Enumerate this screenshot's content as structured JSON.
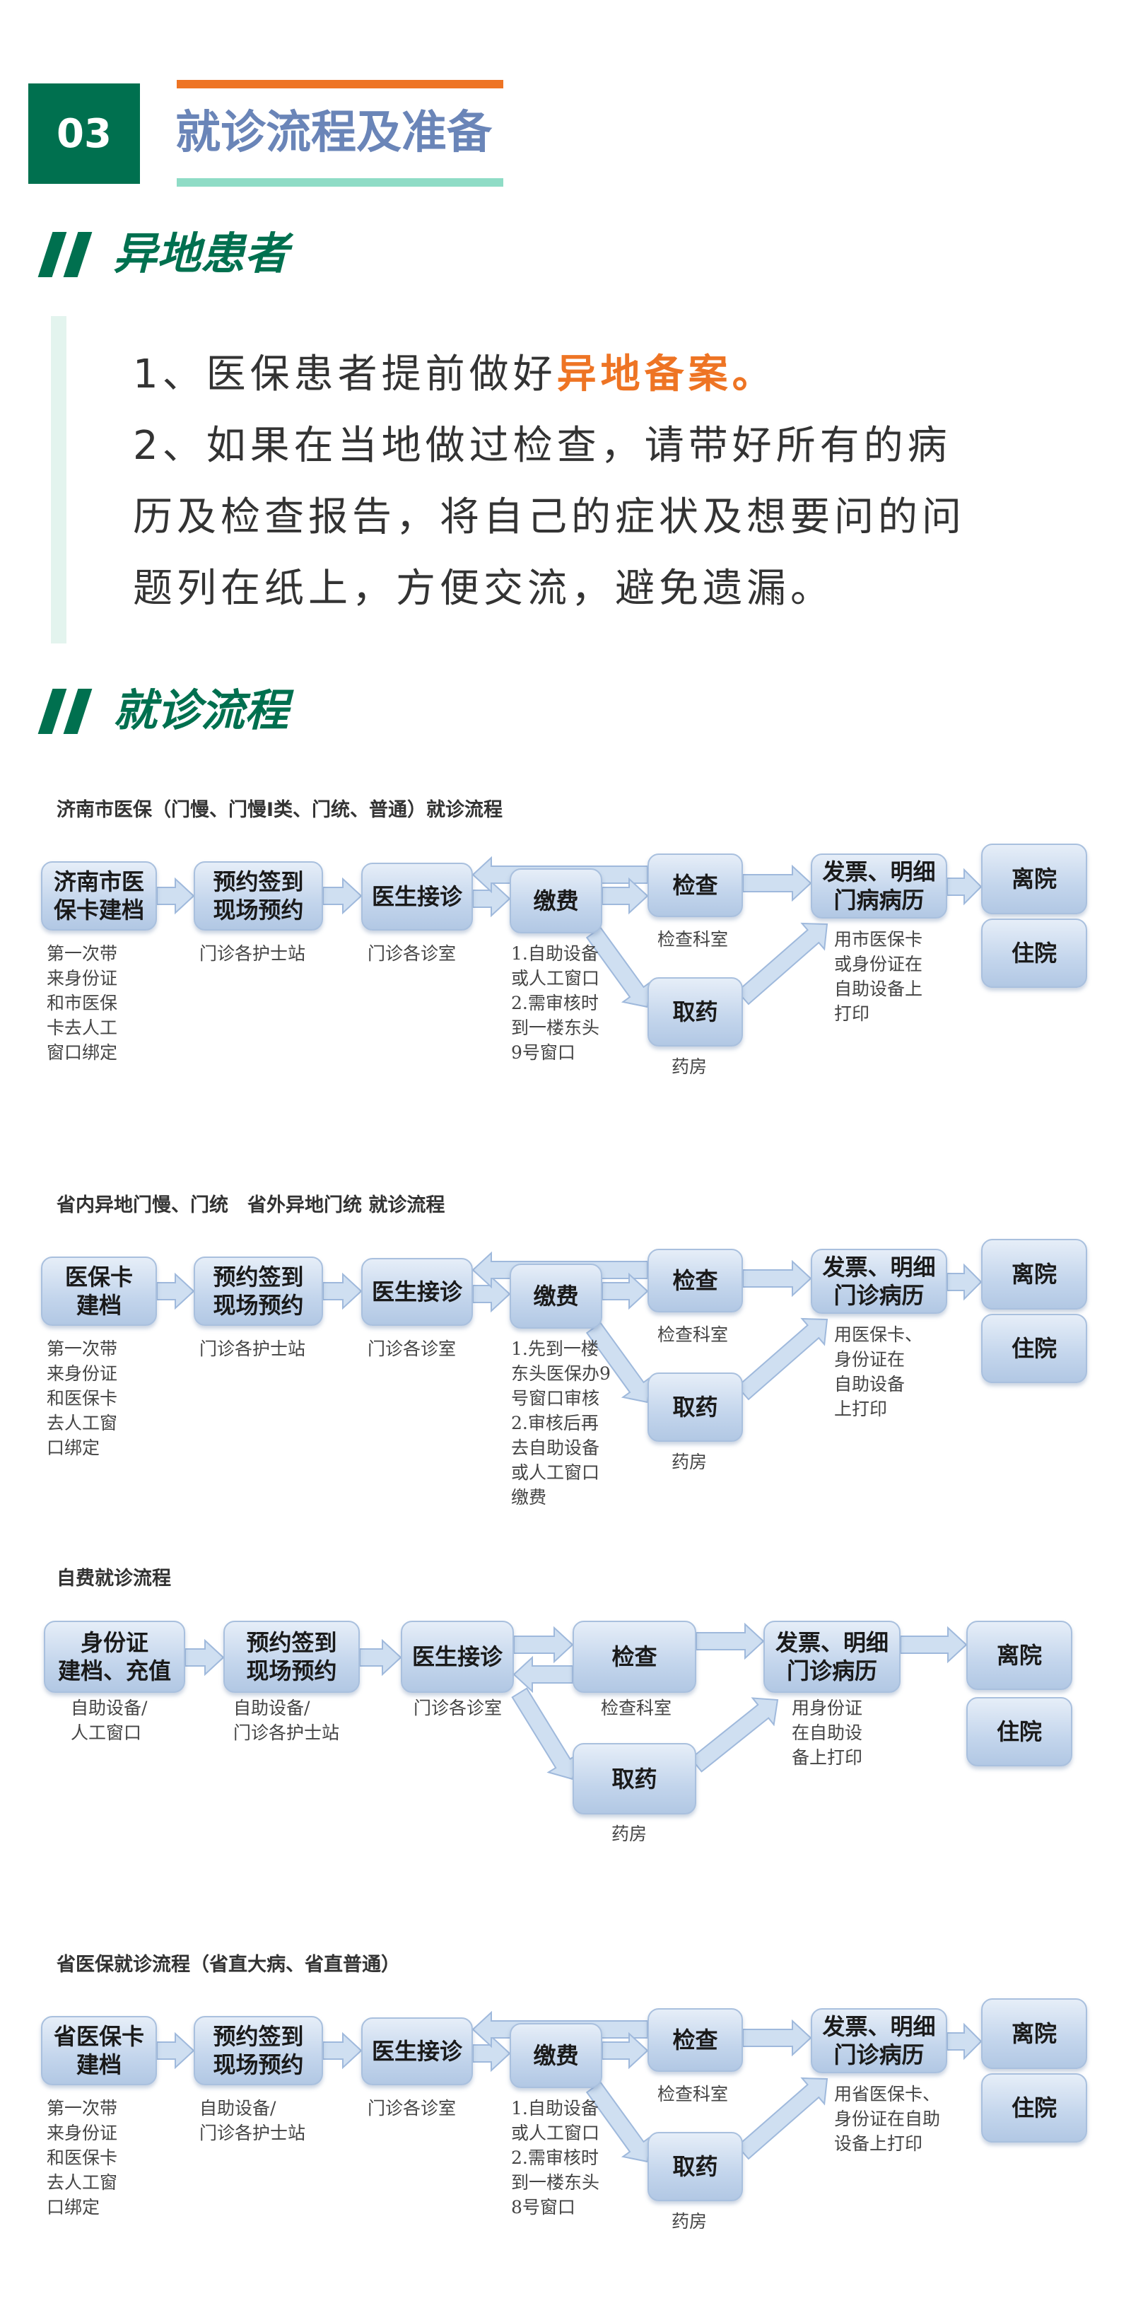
{
  "header": {
    "section_number": "03",
    "title": "就诊流程及准备"
  },
  "section1": {
    "heading": "异地患者",
    "item1_prefix": "1、医保患者提前做好",
    "item1_highlight": "异地备案。",
    "item2_lines": [
      "2、如果在当地做过检查，请带好所有的病",
      "历及检查报告，将自己的症状及想要问的问",
      "题列在纸上，方便交流，避免遗漏。"
    ]
  },
  "section2": {
    "heading": "就诊流程"
  },
  "colors": {
    "green": "#00704f",
    "title_blue": "#6a85b8",
    "orange": "#ee7424",
    "mint": "#8fdcc6"
  },
  "flows": [
    {
      "title": "济南市医保（门慢、门慢Ⅰ类、门统、普通）就诊流程",
      "layout": "A",
      "nodes": [
        {
          "id": "register",
          "label": "济南市医\n保卡建档",
          "caption": "第一次带\n来身份证\n和市医保\n卡去人工\n窗口绑定"
        },
        {
          "id": "checkin",
          "label": "预约签到\n现场预约",
          "caption": "门诊各护士站"
        },
        {
          "id": "doctor",
          "label": "医生接诊",
          "caption": "门诊各诊室"
        },
        {
          "id": "pay",
          "label": "缴费",
          "caption": "1.自助设备\n或人工窗口\n2.需审核时\n到一楼东头\n9号窗口"
        },
        {
          "id": "exam",
          "label": "检查",
          "caption": "检查科室"
        },
        {
          "id": "pharmacy",
          "label": "取药",
          "caption": "药房"
        },
        {
          "id": "invoice",
          "label": "发票、明细\n门病病历",
          "caption": "用市医保卡\n或身份证在\n自助设备上\n打印"
        },
        {
          "id": "discharge",
          "label": "离院",
          "caption": ""
        },
        {
          "id": "admit",
          "label": "住院",
          "caption": ""
        }
      ]
    },
    {
      "title": "省内异地门慢、门统　省外异地门统 就诊流程",
      "layout": "A",
      "nodes": [
        {
          "id": "register",
          "label": "医保卡\n建档",
          "caption": "第一次带\n来身份证\n和医保卡\n去人工窗\n口绑定"
        },
        {
          "id": "checkin",
          "label": "预约签到\n现场预约",
          "caption": "门诊各护士站"
        },
        {
          "id": "doctor",
          "label": "医生接诊",
          "caption": "门诊各诊室"
        },
        {
          "id": "pay",
          "label": "缴费",
          "caption": "1.先到一楼\n东头医保办9\n号窗口审核\n2.审核后再\n去自助设备\n或人工窗口\n缴费"
        },
        {
          "id": "exam",
          "label": "检查",
          "caption": "检查科室"
        },
        {
          "id": "pharmacy",
          "label": "取药",
          "caption": "药房"
        },
        {
          "id": "invoice",
          "label": "发票、明细\n门诊病历",
          "caption": "用医保卡、\n身份证在\n自助设备\n上打印"
        },
        {
          "id": "discharge",
          "label": "离院",
          "caption": ""
        },
        {
          "id": "admit",
          "label": "住院",
          "caption": ""
        }
      ]
    },
    {
      "title": "自费就诊流程",
      "layout": "B",
      "nodes": [
        {
          "id": "register",
          "label": "身份证\n建档、充值",
          "caption": "自助设备/\n人工窗口"
        },
        {
          "id": "checkin",
          "label": "预约签到\n现场预约",
          "caption": "自助设备/\n门诊各护士站"
        },
        {
          "id": "doctor",
          "label": "医生接诊",
          "caption": "门诊各诊室"
        },
        {
          "id": "exam",
          "label": "检查",
          "caption": "检查科室"
        },
        {
          "id": "pharmacy",
          "label": "取药",
          "caption": "药房"
        },
        {
          "id": "invoice",
          "label": "发票、明细\n门诊病历",
          "caption": "用身份证\n在自助设\n备上打印"
        },
        {
          "id": "discharge",
          "label": "离院",
          "caption": ""
        },
        {
          "id": "admit",
          "label": "住院",
          "caption": ""
        }
      ]
    },
    {
      "title": "省医保就诊流程（省直大病、省直普通）",
      "layout": "A",
      "nodes": [
        {
          "id": "register",
          "label": "省医保卡\n建档",
          "caption": "第一次带\n来身份证\n和医保卡\n去人工窗\n口绑定"
        },
        {
          "id": "checkin",
          "label": "预约签到\n现场预约",
          "caption": "自助设备/\n门诊各护士站"
        },
        {
          "id": "doctor",
          "label": "医生接诊",
          "caption": "门诊各诊室"
        },
        {
          "id": "pay",
          "label": "缴费",
          "caption": "1.自助设备\n或人工窗口\n2.需审核时\n到一楼东头\n8号窗口"
        },
        {
          "id": "exam",
          "label": "检查",
          "caption": "检查科室"
        },
        {
          "id": "pharmacy",
          "label": "取药",
          "caption": "药房"
        },
        {
          "id": "invoice",
          "label": "发票、明细\n门诊病历",
          "caption": "用省医保卡、\n身份证在自助\n设备上打印"
        },
        {
          "id": "discharge",
          "label": "离院",
          "caption": ""
        },
        {
          "id": "admit",
          "label": "住院",
          "caption": ""
        }
      ]
    }
  ]
}
